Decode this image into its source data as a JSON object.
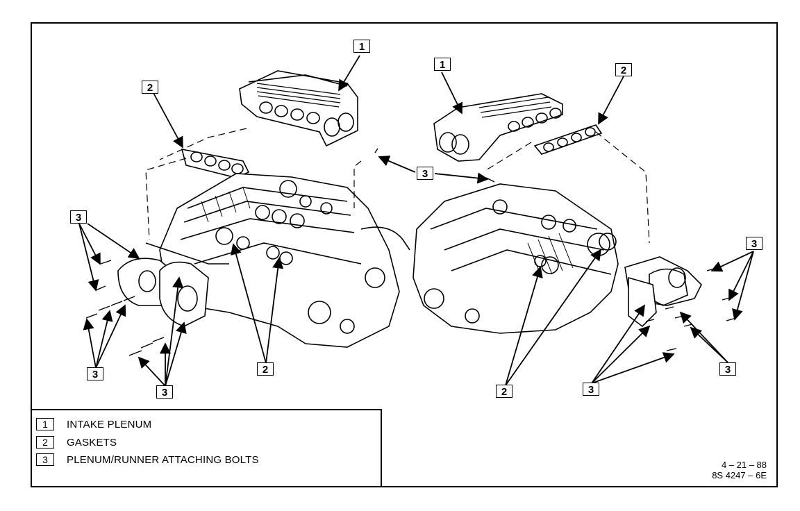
{
  "callout_labels": {
    "one": "1",
    "two": "2",
    "three": "3"
  },
  "legend": [
    {
      "key": "1",
      "text": "INTAKE PLENUM"
    },
    {
      "key": "2",
      "text": "GASKETS"
    },
    {
      "key": "3",
      "text": "PLENUM/RUNNER ATTACHING BOLTS"
    }
  ],
  "stamp": {
    "date": "4 – 21 – 88",
    "code": "8S 4247 – 6E"
  }
}
